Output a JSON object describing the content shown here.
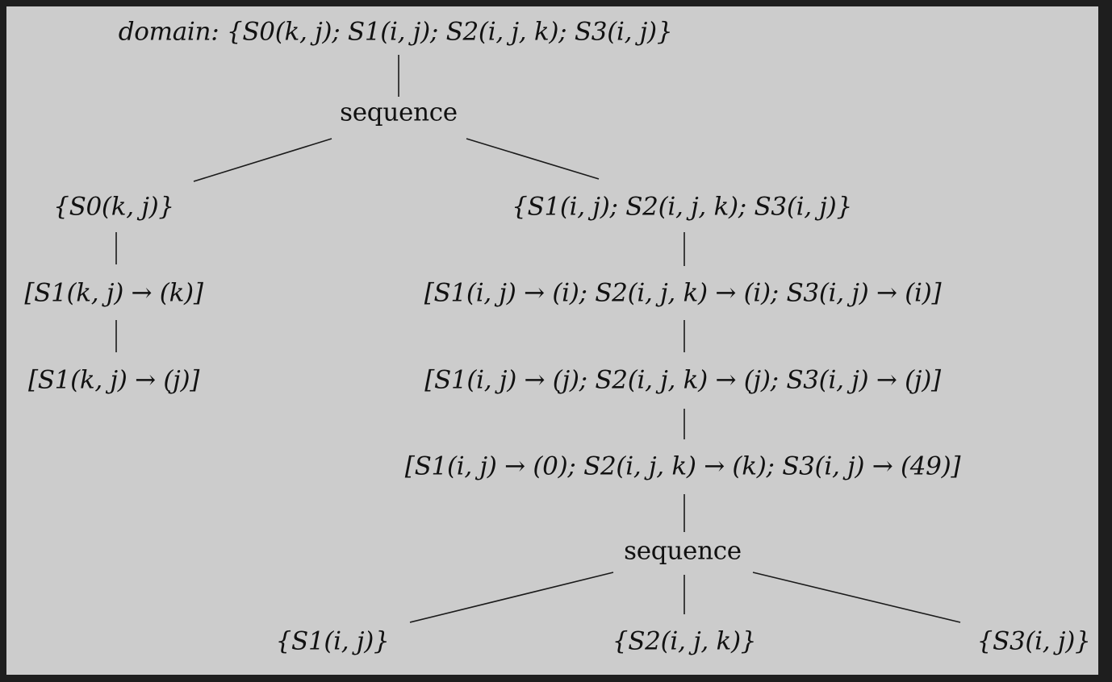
{
  "tree": {
    "root": "domain: {S0(k, j); S1(i, j); S2(i, j, k); S3(i, j)}",
    "sequence_top": "sequence",
    "left_branch": {
      "domain": "{S0(k, j)}",
      "schedule_1": "[S1(k, j) → (k)]",
      "schedule_2": "[S1(k, j) → (j)]"
    },
    "right_branch": {
      "domain": "{S1(i, j); S2(i, j, k); S3(i, j)}",
      "schedule_1": "[S1(i, j) → (i); S2(i, j, k) → (i); S3(i, j) → (i)]",
      "schedule_2": "[S1(i, j) → (j); S2(i, j, k) → (j); S3(i, j) → (j)]",
      "schedule_3": "[S1(i, j) → (0); S2(i, j, k) → (k); S3(i, j) → (49)]",
      "sequence": "sequence",
      "leaves": [
        "{S1(i, j)}",
        "{S2(i, j, k)}",
        "{S3(i, j)}"
      ]
    }
  }
}
